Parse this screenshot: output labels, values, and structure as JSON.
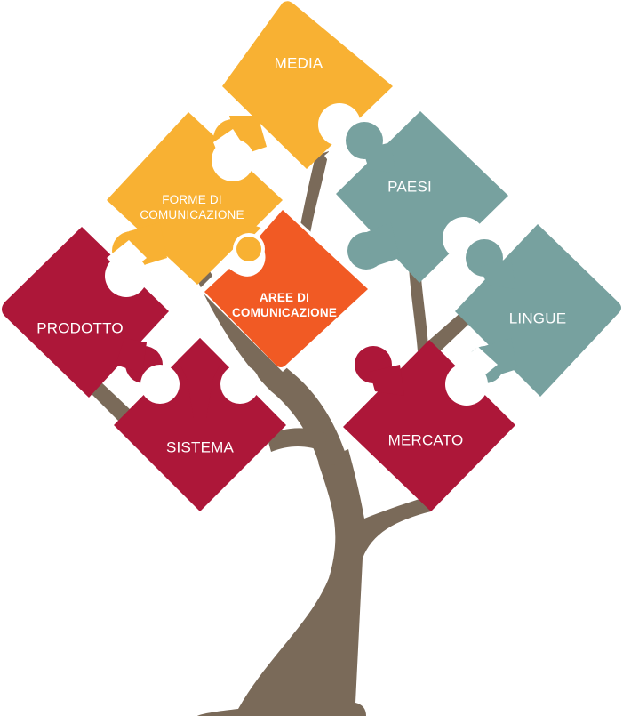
{
  "diagram": {
    "type": "puzzle-tree",
    "colors": {
      "trunk": "#7a6a59",
      "yellow": "#f8b133",
      "orange": "#f15a24",
      "teal": "#77a19f",
      "crimson": "#ad1739",
      "text": "#ffffff",
      "background": "#ffffff"
    },
    "pieces": [
      {
        "id": "media",
        "line1": "MEDIA",
        "line2": "",
        "color": "yellow"
      },
      {
        "id": "forme",
        "line1": "FORME DI",
        "line2": "COMUNICAZIONE",
        "color": "yellow"
      },
      {
        "id": "aree",
        "line1": "AREE DI",
        "line2": "COMUNICAZIONE",
        "color": "orange"
      },
      {
        "id": "paesi",
        "line1": "PAESI",
        "line2": "",
        "color": "teal"
      },
      {
        "id": "lingue",
        "line1": "LINGUE",
        "line2": "",
        "color": "teal"
      },
      {
        "id": "prodotto",
        "line1": "PRODOTTO",
        "line2": "",
        "color": "crimson"
      },
      {
        "id": "sistema",
        "line1": "SISTEMA",
        "line2": "",
        "color": "crimson"
      },
      {
        "id": "mercato",
        "line1": "MERCATO",
        "line2": "",
        "color": "crimson"
      }
    ]
  }
}
